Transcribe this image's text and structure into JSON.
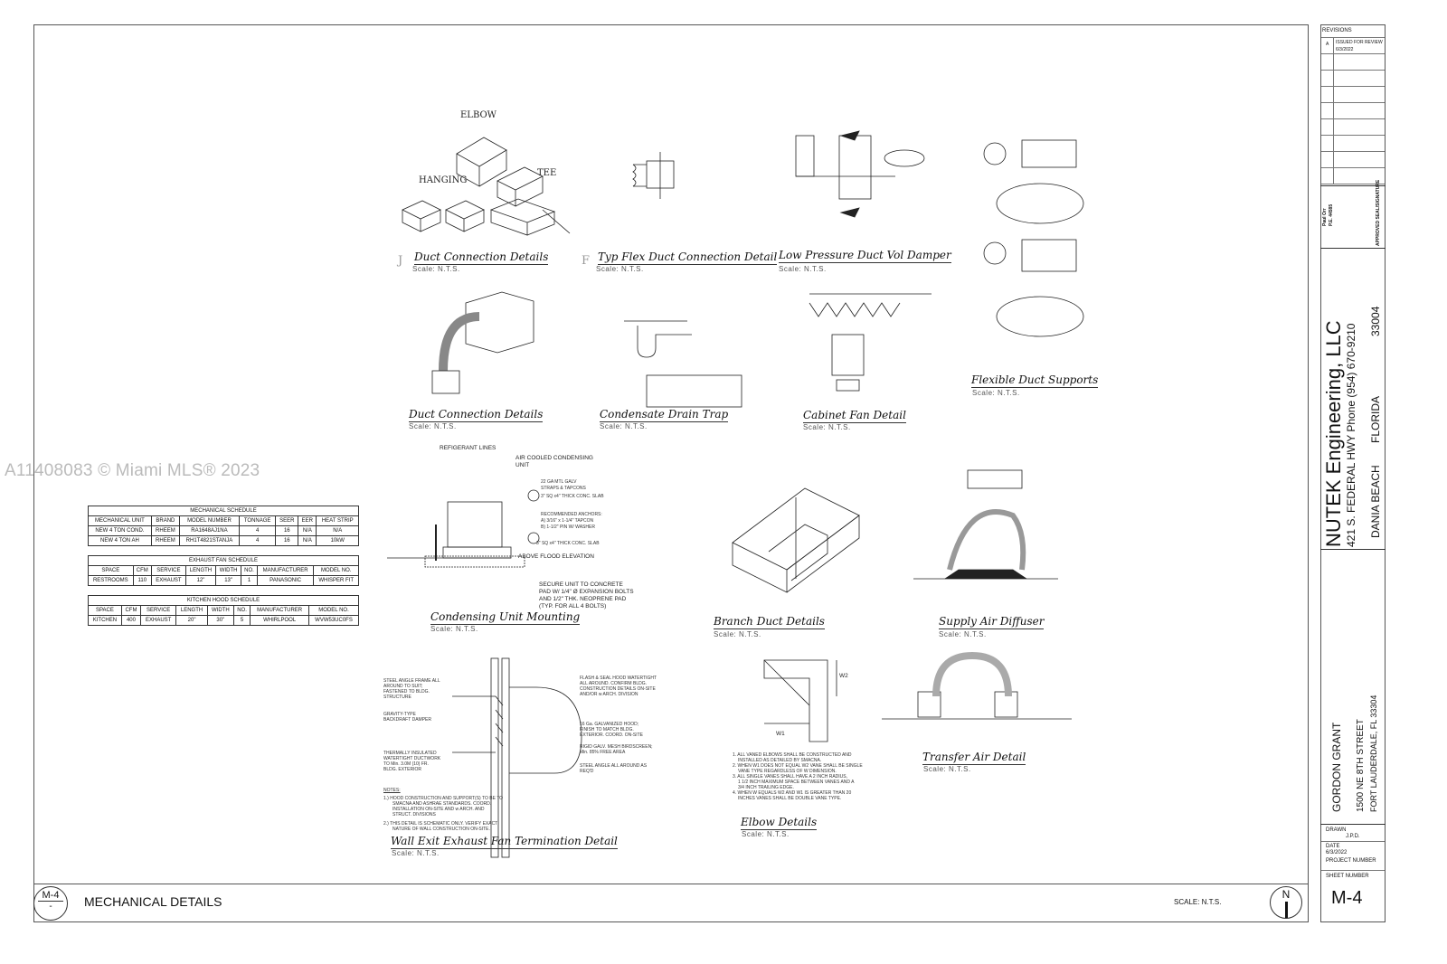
{
  "watermark": "A11408083 © Miami MLS® 2023",
  "details": {
    "j": {
      "letter": "J",
      "title": "Duct Connection Details",
      "scale": "Scale: N.T.S.",
      "labels": {
        "elbow": "ELBOW",
        "hanging": "HANGING",
        "tee": "TEE"
      }
    },
    "f": {
      "letter": "F",
      "title": "Typ Flex Duct Connection Detail",
      "scale": "Scale: N.T.S."
    },
    "lpd": {
      "title": "Low Pressure Duct Vol Damper",
      "scale": "Scale: N.T.S."
    },
    "dcd2": {
      "title": "Duct Connection Details",
      "scale": "Scale: N.T.S."
    },
    "cdt": {
      "title": "Condensate Drain Trap",
      "scale": "Scale: N.T.S."
    },
    "cfd": {
      "title": "Cabinet Fan Detail",
      "scale": "Scale: N.T.S."
    },
    "fds": {
      "title": "Flexible Duct Supports",
      "scale": "Scale: N.T.S."
    },
    "cum": {
      "title": "Condensing Unit Mounting",
      "scale": "Scale: N.T.S.",
      "labels": [
        "REFIGERANT LINES",
        "AIR COOLED CONDENSING",
        "UNIT",
        "22 GA MTL GALV",
        "STRAPS & TAPCONS",
        "3\" SQ x4\" THICK CONC. SLAB",
        "RECOMMENDED ANCHORS:",
        "A) 3/16\" x 1-1/4\" TAPCON",
        "B) 1-1/2\" PIN W/ WASHER",
        "3\" SQ x4\" THICK CONC. SLAB",
        "ABOVE FLOOD ELEVATION",
        "SECURE UNIT TO CONCRETE",
        "PAD W/ 1/4\" Ø EXPANSION BOLTS",
        "AND 1/2\" THK. NEOPRENE PAD",
        "(TYP. FOR ALL 4 BOLTS)"
      ]
    },
    "bdd": {
      "title": "Branch Duct Details",
      "scale": "Scale: N.T.S."
    },
    "sad": {
      "title": "Supply Air Diffuser",
      "scale": "Scale: N.T.S."
    },
    "wee": {
      "title": "Wall Exit Exhaust Fan Termination Detail",
      "scale": "Scale: N.T.S.",
      "labels": [
        "STEEL ANGLE FRAME ALL",
        "AROUND TO SUIT;",
        "FASTENED TO BLDG.",
        "STRUCTURE",
        "GRAVITY-TYPE",
        "BACKDRAFT DAMPER",
        "THERMALLY INSULATED",
        "WATERTIGHT DUCTWORK",
        "TO Min. 3.0M (10) FR.",
        "BLDG. EXTERIOR",
        "FLASH & SEAL HOOD WATERTIGHT",
        "ALL AROUND. CONFIRM BLDG.",
        "CONSTRUCTION DETAILS ON-SITE",
        "AND/OR w ARCH. DIVISION",
        "16 Ga. GALVANIZED HOOD;",
        "FINISH TO MATCH BLDG.",
        "EXTERIOR. COORD. ON-SITE",
        "RIGID GALV. MESH BIRDSCREEN;",
        "Min. 85% FREE AREA",
        "STEEL ANGLE ALL AROUND AS",
        "REQ'D"
      ],
      "notes_head": "NOTES:",
      "notes": [
        "1.) HOOD CONSTRUCTION AND SUPPORT(S) TO BE TO",
        "SMACNA AND ASHRAE STANDARDS. COORD.",
        "INSTALLATION ON-SITE AND w ARCH. AND",
        "STRUCT. DIVISIONS",
        "2.) THIS DETAIL IS SCHEMATIC ONLY. VERIFY EXACT",
        "NATURE OF WALL CONSTRUCTION ON-SITE."
      ]
    },
    "eld": {
      "title": "Elbow Details",
      "scale": "Scale: N.T.S.",
      "w1": "W1",
      "w2": "W2",
      "notes": [
        "1. ALL VANED ELBOWS SHALL BE CONSTRUCTED AND",
        "INSTALLED AS DETAILED BY SMACNA.",
        "2. WHEN W1 DOES NOT EQUAL W2 VANE SHALL BE SINGLE",
        "VANE TYPE REGARDLESS OF W DIMENSION.",
        "3. ALL SINGLE VANES SHALL HAVE A 2 INCH RADIUS,",
        "1 1/2 INCH MAXIMUM SPACE BETWEEN VANES AND A",
        "3/4 INCH TRAILING EDGE.",
        "4. WHEN W EQUALS W2 AND W1 IS GREATER THAN 20",
        "INCHES VANES SHALL BE DOUBLE VANE TYPE."
      ]
    },
    "tad": {
      "title": "Transfer Air Detail",
      "scale": "Scale: N.T.S."
    }
  },
  "mech_schedule": {
    "title": "MECHANICAL SCHEDULE",
    "headers": [
      "MECHANICAL UNIT",
      "BRAND",
      "MODEL NUMBER",
      "TONNAGE",
      "SEER",
      "EER",
      "HEAT STRIP"
    ],
    "rows": [
      [
        "NEW 4 TON COND.",
        "RHEEM",
        "RA1648AJ1NA",
        "4",
        "16",
        "N/A",
        "N/A"
      ],
      [
        "NEW 4 TON AH",
        "RHEEM",
        "RH1T4821STANJA",
        "4",
        "16",
        "N/A",
        "10kW"
      ]
    ]
  },
  "exhaust_schedule": {
    "title": "EXHAUST FAN SCHEDULE",
    "headers": [
      "SPACE",
      "CFM",
      "SERVICE",
      "LENGTH",
      "WIDTH",
      "NO.",
      "MANUFACTURER",
      "MODEL NO."
    ],
    "rows": [
      [
        "RESTROOMS",
        "110",
        "EXHAUST",
        "12\"",
        "13\"",
        "1",
        "PANASONIC",
        "WHISPER FIT"
      ]
    ]
  },
  "hood_schedule": {
    "title": "KITCHEN HOOD SCHEDULE",
    "headers": [
      "SPACE",
      "CFM",
      "SERVICE",
      "LENGTH",
      "WIDTH",
      "NO.",
      "MANUFACTURER",
      "MODEL NO."
    ],
    "rows": [
      [
        "KITCHEN",
        "400",
        "EXHAUST",
        "20\"",
        "30\"",
        "5",
        "WHIRLPOOL",
        "WVW53UC0FS"
      ]
    ]
  },
  "bottom": {
    "sheet_id": "M-4",
    "sheet_sub": "-",
    "sheet_title": "MECHANICAL DETAILS",
    "scale": "SCALE: N.T.S.",
    "north": "N"
  },
  "title_block": {
    "revisions_label": "REVISIONS",
    "rev_mark": "A",
    "rev_desc": "ISSUED FOR REVIEW",
    "rev_date": "6/3/2022",
    "seal_name": "Paul Orr",
    "seal_num": "P.E. 44585",
    "seal_label": "APPROVED SEAL/SIGNATURE",
    "firm": "NUTEK Engineering, LLC",
    "address": "421 S. FEDERAL HWY Phone (954) 670-9210",
    "city": "DANIA BEACH",
    "state": "FLORIDA",
    "zip": "33004",
    "client": "GORDON GRANT",
    "client_addr1": "1500 NE 8TH STREET",
    "client_addr2": "FORT LAUDERDALE, FL 33304",
    "drawn_label": "DRAWN",
    "drawn": "J.P.D.",
    "date_label": "DATE",
    "date": "6/3/2022",
    "project_label": "PROJECT NUMBER",
    "sheet_label": "SHEET NUMBER",
    "sheet_number": "M-4"
  }
}
